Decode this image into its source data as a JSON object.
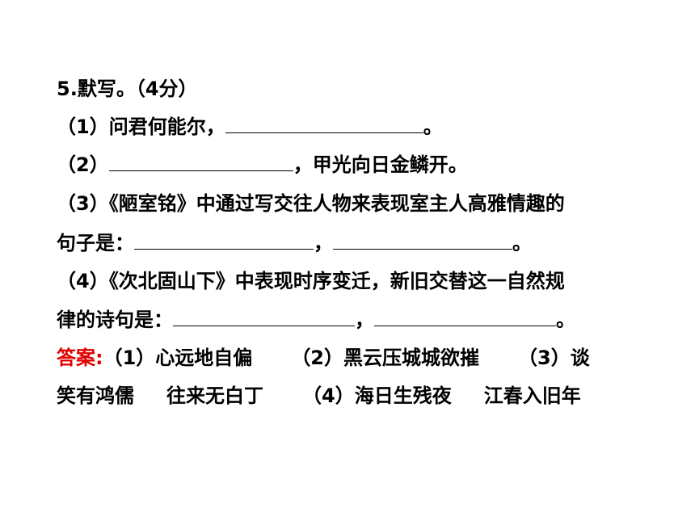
{
  "question": {
    "title": "5.默写。（4分）",
    "items": [
      {
        "prefix": "（1）问君何能尔，",
        "suffix": "。"
      },
      {
        "prefix": "（2）",
        "suffix": "，甲光向日金鳞开。"
      },
      {
        "line1": "（3）《陋室铭》中通过写交往人物来表现室主人高雅情趣的",
        "line2_prefix": "句子是：",
        "line2_mid": "，",
        "line2_suffix": "。"
      },
      {
        "line1": "（4）《次北固山下》中表现时序变迁，新旧交替这一自然规",
        "line2_prefix": "律的诗句是：",
        "line2_mid": "，",
        "line2_suffix": "。"
      }
    ]
  },
  "answer": {
    "label": "答案:",
    "row1": {
      "a1": "（1）心远地自偏",
      "a2": "（2）黑云压城城欲摧",
      "a3": "（3）谈"
    },
    "row2": {
      "a3_cont": "笑有鸿儒",
      "a3_b": "往来无白丁",
      "a4": "（4）海日生残夜",
      "a4_b": "江春入旧年"
    }
  },
  "colors": {
    "text": "#000000",
    "answer_label": "#e00000",
    "background": "#ffffff"
  }
}
